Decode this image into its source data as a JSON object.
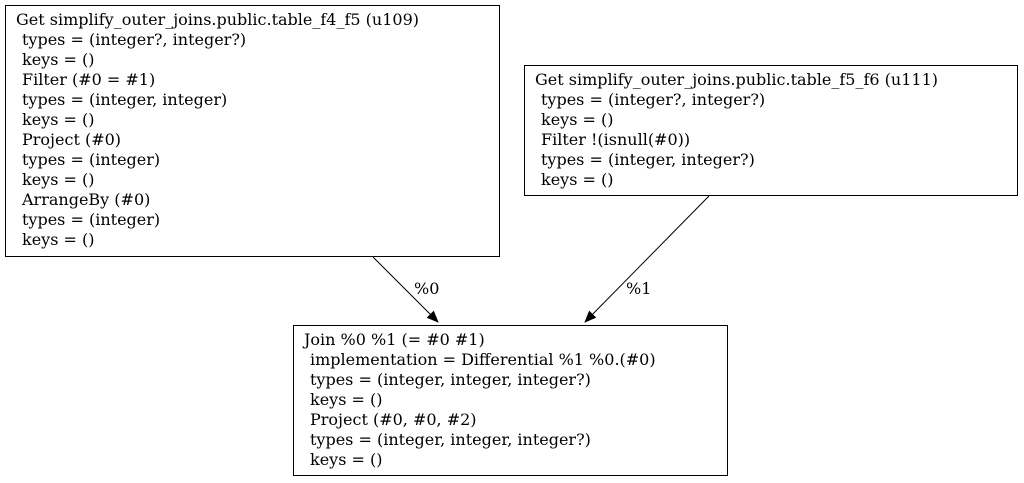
{
  "nodes": {
    "left": {
      "lines": [
        "Get simplify_outer_joins.public.table_f4_f5 (u109)",
        "types = (integer?, integer?)",
        "keys = ()",
        "Filter (#0 = #1)",
        "types = (integer, integer)",
        "keys = ()",
        "Project (#0)",
        "types = (integer)",
        "keys = ()",
        "ArrangeBy (#0)",
        "types = (integer)",
        "keys = ()"
      ]
    },
    "right": {
      "lines": [
        "Get simplify_outer_joins.public.table_f5_f6 (u111)",
        "types = (integer?, integer?)",
        "keys = ()",
        "Filter !(isnull(#0))",
        "types = (integer, integer?)",
        "keys = ()"
      ]
    },
    "join": {
      "lines": [
        "Join %0 %1 (= #0 #1)",
        "implementation = Differential %1 %0.(#0)",
        "types = (integer, integer, integer?)",
        "keys = ()",
        "Project (#0, #0, #2)",
        "types = (integer, integer, integer?)",
        "keys = ()"
      ]
    }
  },
  "edges": [
    {
      "from": "left",
      "to": "join",
      "label": "%0"
    },
    {
      "from": "right",
      "to": "join",
      "label": "%1"
    }
  ]
}
